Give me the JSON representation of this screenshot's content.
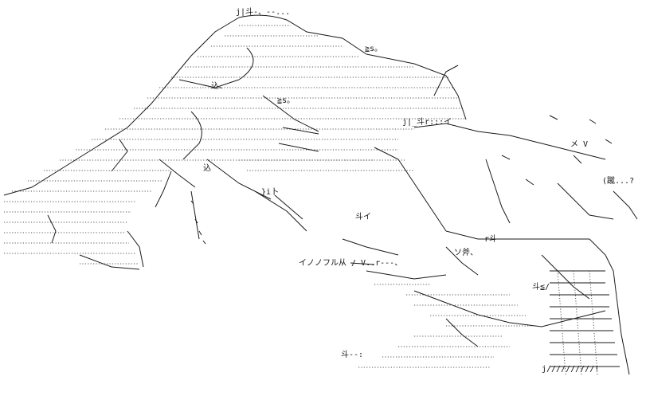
{
  "art": {
    "caption": "",
    "background_color": "#ffffff",
    "ink_color": "#111111",
    "dialogue": "(蹴...?"
  },
  "text_fragments": [
    {
      "id": "frag-top-1",
      "text": "j|斗-、--..."
    },
    {
      "id": "frag-top-2",
      "text": "≧s。"
    },
    {
      "id": "frag-mid-1",
      "text": "込、"
    },
    {
      "id": "frag-mid-2",
      "text": "≧s。"
    },
    {
      "id": "frag-mid-3",
      "text": "j|_斗r:::イ"
    },
    {
      "id": "frag-mid-4",
      "text": "メ V"
    },
    {
      "id": "frag-mid-5",
      "text": "込"
    },
    {
      "id": "frag-mid-6",
      "text": "}i卜"
    },
    {
      "id": "frag-mid-7",
      "text": "斗イ"
    },
    {
      "id": "frag-mid-8",
      "text": "r斗-‐"
    },
    {
      "id": "frag-mid-9",
      "text": "ソ斧、"
    },
    {
      "id": "frag-mid-10",
      "text": "イノノフル从 / V..r---、"
    },
    {
      "id": "frag-mid-11",
      "text": "斗≦/"
    },
    {
      "id": "frag-low-1",
      "text": "斗--:"
    },
    {
      "id": "frag-low-2",
      "text": "j//////////!"
    }
  ]
}
